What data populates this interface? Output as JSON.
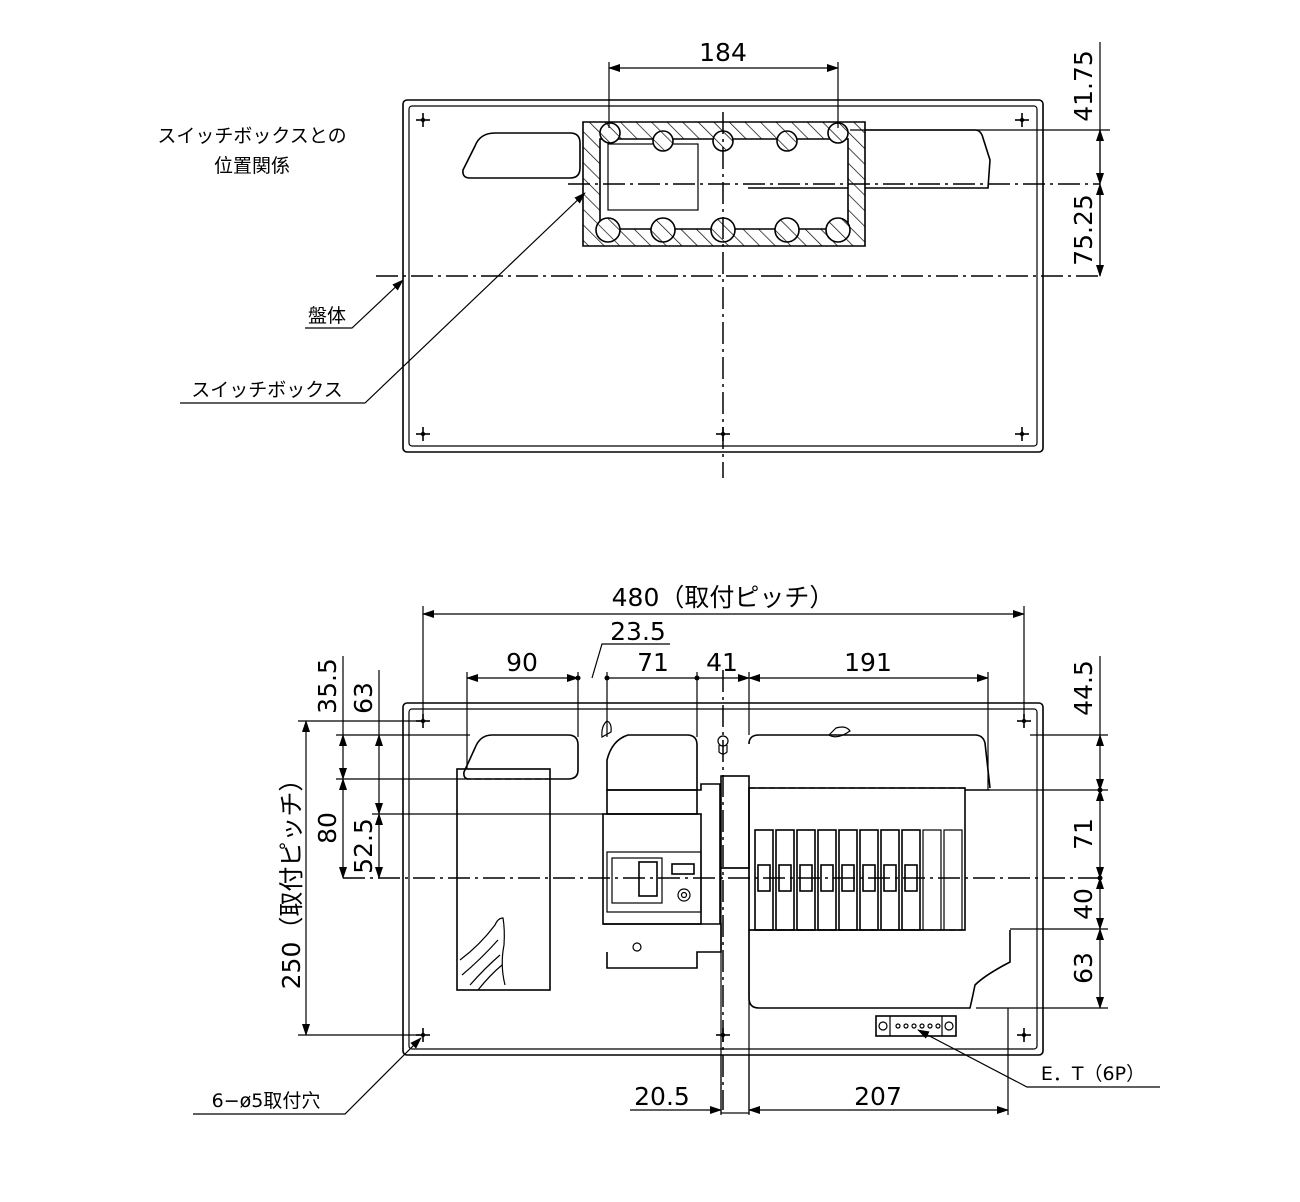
{
  "top_view": {
    "dims": {
      "d184": "184",
      "d4175": "41.75",
      "d7525": "75.25"
    },
    "labels": {
      "relation_line1": "スイッチボックスとの",
      "relation_line2": "位置関係",
      "panel_body": "盤体",
      "switch_box": "スイッチボックス"
    }
  },
  "front_view": {
    "dims": {
      "d480": "480（取付ピッチ）",
      "d235": "23.5",
      "d90": "90",
      "d71h": "71",
      "d41": "41",
      "d191": "191",
      "d355": "35.5",
      "d63l": "63",
      "d80": "80",
      "d525": "52.5",
      "d250": "250（取付ピッチ）",
      "d445": "44.5",
      "d71r": "71",
      "d40": "40",
      "d63r": "63",
      "d205": "20.5",
      "d207": "207"
    },
    "labels": {
      "mount_holes": "6−ø5取付穴",
      "earth_terminal": "E．T（6P）"
    }
  }
}
